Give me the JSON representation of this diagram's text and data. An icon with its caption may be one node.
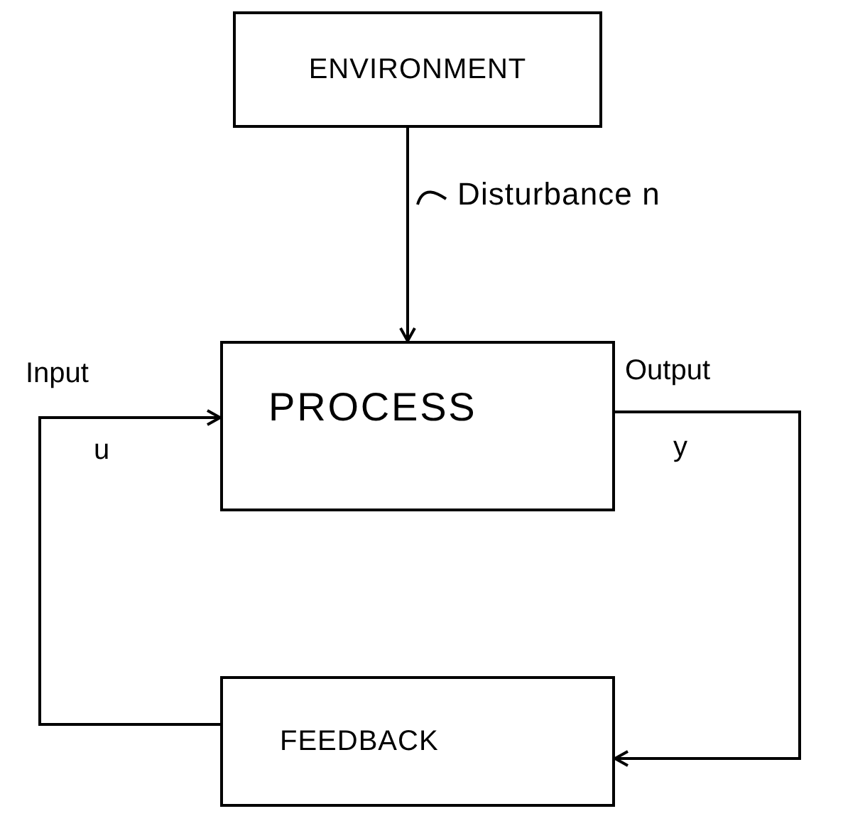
{
  "diagram": {
    "nodes": [
      {
        "text": [
          "ENVIRONMENT"
        ]
      },
      {
        "text": [
          "PROCESS"
        ]
      },
      {
        "text": [
          "FEEDBACK"
        ]
      }
    ],
    "edges": [
      {
        "from": 0,
        "to": 1,
        "arrow": "to",
        "label": "Disturbance n"
      },
      {
        "from": 2,
        "to": 1,
        "arrow": "to"
      },
      {
        "from": 1,
        "to": 2,
        "arrow": "to"
      }
    ],
    "labels": [
      "Input",
      "u",
      "Output",
      "y"
    ]
  }
}
